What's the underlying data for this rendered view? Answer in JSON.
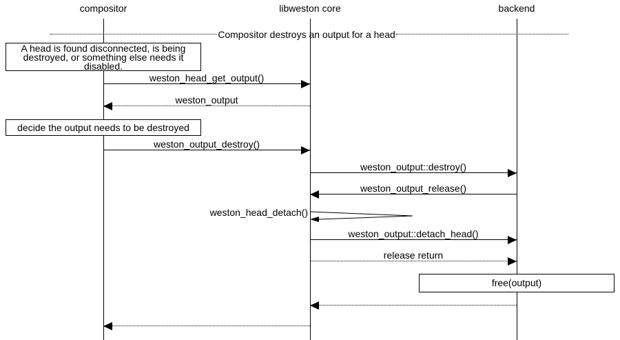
{
  "participants": [
    {
      "name": "compositor"
    },
    {
      "name": "libweston core"
    },
    {
      "name": "backend"
    }
  ],
  "divider": {
    "label": "Compositor destroys an output for a head"
  },
  "notes": {
    "head_disconnected": {
      "line1": "A head is found disconnected, is being",
      "line2": "destroyed, or something else needs it",
      "line3": "disabled."
    },
    "decide_destroy": {
      "text": "decide the output needs to be destroyed"
    },
    "free_output": {
      "text": "free(output)"
    }
  },
  "messages": {
    "head_get_output": {
      "label": "weston_head_get_output()",
      "from": "compositor",
      "to": "libweston core",
      "line": "solid"
    },
    "weston_output_return": {
      "label": "weston_output",
      "from": "libweston core",
      "to": "compositor",
      "line": "dotted"
    },
    "output_destroy": {
      "label": "weston_output_destroy()",
      "from": "compositor",
      "to": "libweston core",
      "line": "solid"
    },
    "backend_destroy": {
      "label": "weston_output::destroy()",
      "from": "libweston core",
      "to": "backend",
      "line": "solid"
    },
    "output_release": {
      "label": "weston_output_release()",
      "from": "backend",
      "to": "libweston core",
      "line": "solid"
    },
    "head_detach": {
      "label": "weston_head_detach()",
      "from": "libweston core",
      "to": "libweston core",
      "line": "self"
    },
    "detach_head": {
      "label": "weston_output::detach_head()",
      "from": "libweston core",
      "to": "backend",
      "line": "solid"
    },
    "release_return": {
      "label": "release return",
      "from": "libweston core",
      "to": "backend",
      "line": "dotted"
    },
    "backend_done_return": {
      "label": "",
      "from": "backend",
      "to": "libweston core",
      "line": "dotted"
    },
    "compositor_done_return": {
      "label": "",
      "from": "libweston core",
      "to": "compositor",
      "line": "dotted"
    }
  },
  "colors": {
    "line": "#000000",
    "background": "#ffffff"
  }
}
